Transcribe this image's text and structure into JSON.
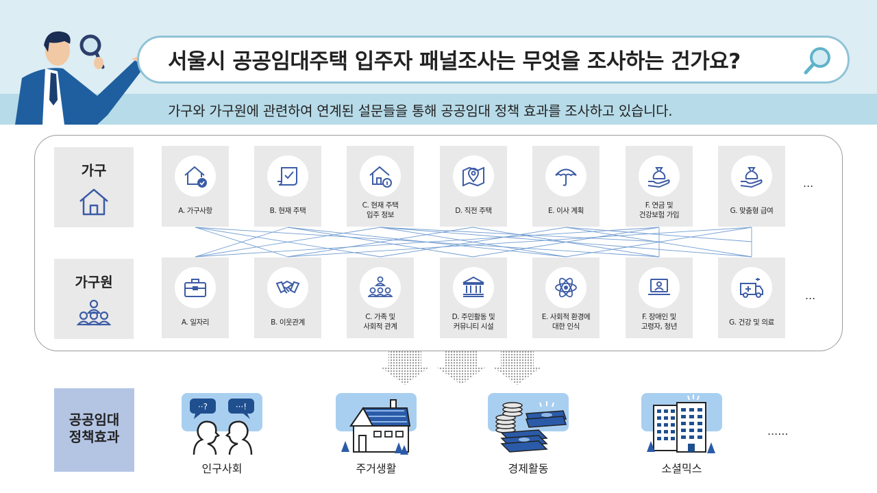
{
  "header": {
    "title": "서울시 공공임대주택 입주자 패널조사는 무엇을 조사하는 건가요?",
    "subtitle": "가구와 가구원에 관련하여 연계된 설문들을 통해 공공임대 정책 효과를 조사하고 있습니다."
  },
  "household": {
    "label": "가구",
    "icon": "house-outline-icon",
    "items": [
      {
        "line1": "A. 가구사항",
        "line2": "",
        "icon": "house-check-icon"
      },
      {
        "line1": "B. 현재 주택",
        "line2": "",
        "icon": "document-check-icon"
      },
      {
        "line1": "C. 현재 주택",
        "line2": "입주 정보",
        "icon": "house-info-icon"
      },
      {
        "line1": "D. 직전 주택",
        "line2": "",
        "icon": "map-pin-icon"
      },
      {
        "line1": "E. 이사 계획",
        "line2": "",
        "icon": "umbrella-icon"
      },
      {
        "line1": "F. 연금 및",
        "line2": "건강보험 가입",
        "icon": "money-bag-hand-icon"
      },
      {
        "line1": "G. 맞춤형 급여",
        "line2": "",
        "icon": "money-bag-hand-icon"
      }
    ],
    "more": "..."
  },
  "member": {
    "label": "가구원",
    "icon": "people-group-icon",
    "items": [
      {
        "line1": "A. 일자리",
        "line2": "",
        "icon": "briefcase-icon"
      },
      {
        "line1": "B. 이웃관계",
        "line2": "",
        "icon": "handshake-icon"
      },
      {
        "line1": "C. 가족 및",
        "line2": "사회적 관계",
        "icon": "people-network-icon"
      },
      {
        "line1": "D. 주민활동 및",
        "line2": "커뮤니티 시설",
        "icon": "building-columns-icon"
      },
      {
        "line1": "E. 사회적 환경에",
        "line2": "대한 인식",
        "icon": "atom-icon"
      },
      {
        "line1": "F. 장애인 및",
        "line2": "고령자, 청년",
        "icon": "laptop-person-icon"
      },
      {
        "line1": "G. 건강 및 의료",
        "line2": "",
        "icon": "ambulance-icon"
      }
    ],
    "more": "..."
  },
  "effects": {
    "label_line1": "공공임대",
    "label_line2": "정책효과",
    "items": [
      {
        "label": "인구사회",
        "icon": "conversation-icon"
      },
      {
        "label": "주거생활",
        "icon": "house-building-icon"
      },
      {
        "label": "경제활동",
        "icon": "money-stack-icon"
      },
      {
        "label": "소셜믹스",
        "icon": "apartment-buildings-icon"
      }
    ],
    "more": "......"
  },
  "colors": {
    "icon_blue": "#3b5ba5",
    "band_light": "#dcedf3",
    "band_dark": "#b7dbe8",
    "effect_head": "#b4c5e4",
    "effect_box": "#a9cff0"
  }
}
